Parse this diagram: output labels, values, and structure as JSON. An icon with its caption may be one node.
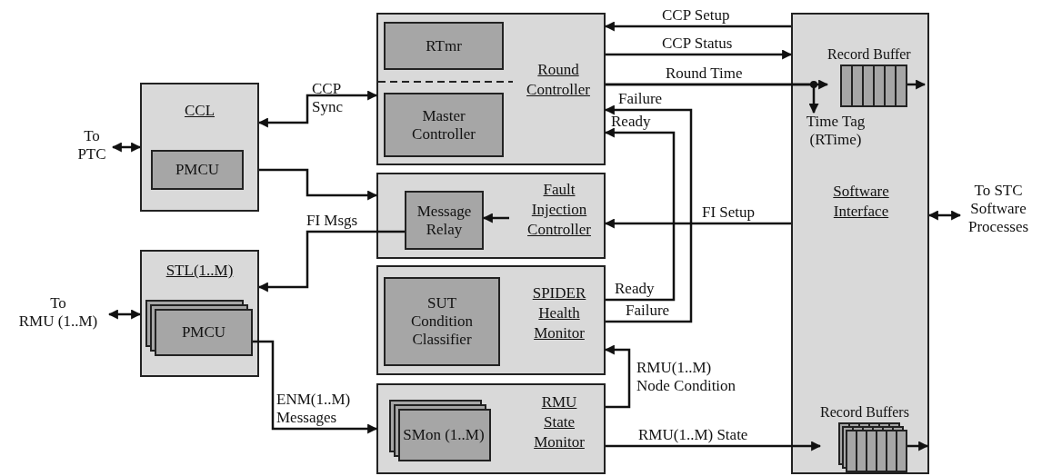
{
  "diagram": {
    "nodes": [
      {
        "text": [
          "To PTC"
        ]
      },
      {
        "text": [
          "CCL"
        ]
      },
      {
        "text": [
          "PMCU"
        ],
        "in": 1
      },
      {
        "text": [
          "To RMU (1..M)"
        ]
      },
      {
        "text": [
          "STL(1..M)"
        ]
      },
      {
        "text": [
          "PMCU"
        ],
        "in": 4
      },
      {
        "text": [
          "Round Controller"
        ]
      },
      {
        "text": [
          "RTmr"
        ],
        "in": 6
      },
      {
        "text": [
          "Master Controller"
        ],
        "in": 6
      },
      {
        "text": [
          "Fault Injection Controller"
        ]
      },
      {
        "text": [
          "Message Relay"
        ],
        "in": 9
      },
      {
        "text": [
          "SPIDER Health Monitor"
        ]
      },
      {
        "text": [
          "SUT Condition Classifier"
        ],
        "in": 11
      },
      {
        "text": [
          "RMU State Monitor"
        ]
      },
      {
        "text": [
          "SMon (1..M)"
        ],
        "in": 13
      },
      {
        "text": [
          "Software Interface"
        ]
      },
      {
        "text": [
          "Record Buffer"
        ],
        "in": 15
      },
      {
        "text": [
          "Time Tag (RTime)"
        ],
        "in": 15
      },
      {
        "text": [
          "Record Buffers"
        ],
        "in": 15
      },
      {
        "text": [
          "To STC Software Processes"
        ]
      }
    ],
    "edges": [
      {
        "from": 0,
        "to": 1,
        "arrow": "both"
      },
      {
        "from": 3,
        "to": 4,
        "arrow": "both"
      },
      {
        "from": 1,
        "to": 6,
        "arrow": "both",
        "label": "CCP Sync"
      },
      {
        "from": 1,
        "to": 9,
        "arrow": "to"
      },
      {
        "from": 10,
        "to": 4,
        "arrow": "to",
        "label": "FI Msgs"
      },
      {
        "from": null,
        "to": 10,
        "arrow": "to"
      },
      {
        "from": 5,
        "to": 13,
        "arrow": "to",
        "label": "ENM(1..M) Messages"
      },
      {
        "from": 15,
        "to": 6,
        "arrow": "to",
        "label": "CCP Setup"
      },
      {
        "from": 6,
        "to": 15,
        "arrow": "to",
        "label": "CCP Status"
      },
      {
        "from": 6,
        "to": 16,
        "arrow": "to",
        "label": "Round Time"
      },
      {
        "from": 6,
        "to": 17,
        "arrow": "to"
      },
      {
        "from": 16,
        "to": null,
        "arrow": "to"
      },
      {
        "from": 11,
        "to": 6,
        "arrow": "to",
        "label": "Failure"
      },
      {
        "from": 11,
        "to": 6,
        "arrow": "to",
        "label": "Ready"
      },
      {
        "from": 15,
        "to": 9,
        "arrow": "to",
        "label": "FI Setup"
      },
      {
        "from": 13,
        "to": 11,
        "arrow": "to",
        "label": "RMU(1..M) Node Condition"
      },
      {
        "from": 13,
        "to": 18,
        "arrow": "to",
        "label": "RMU(1..M) State"
      },
      {
        "from": 18,
        "to": null,
        "arrow": "to"
      },
      {
        "from": 15,
        "to": 19,
        "arrow": "both"
      }
    ],
    "labels": [
      "Ready",
      "Failure"
    ]
  }
}
